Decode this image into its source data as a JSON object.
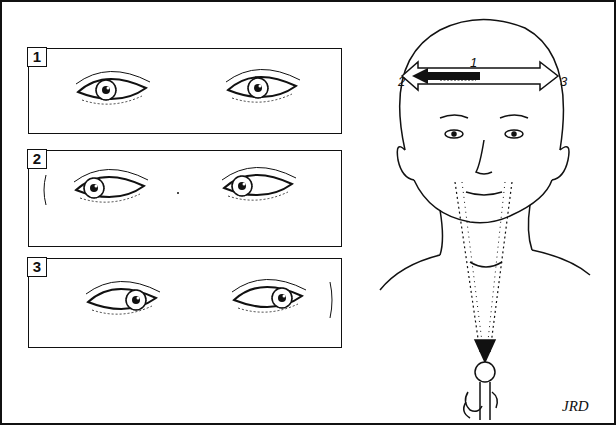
{
  "diagram": {
    "nodes": [
      {
        "text": [
          "1"
        ]
      },
      {
        "text": [
          "2"
        ]
      },
      {
        "text": [
          "3"
        ]
      }
    ],
    "labels": [
      "1",
      "2",
      "3",
      "JRD"
    ]
  }
}
